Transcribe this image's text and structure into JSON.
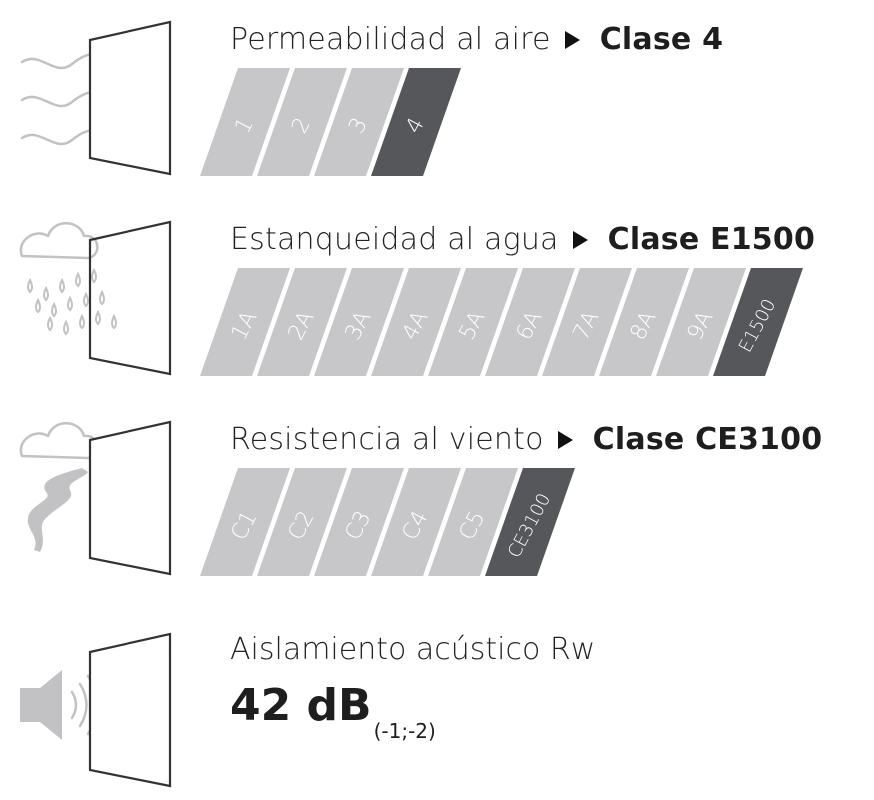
{
  "sections": [
    {
      "label": "Permeabilidad al aire",
      "value": "Clase 4",
      "bars": [
        {
          "text": "1",
          "active": false
        },
        {
          "text": "2",
          "active": false
        },
        {
          "text": "3",
          "active": false
        },
        {
          "text": "4",
          "active": true
        }
      ],
      "icon": "air-wind-icon"
    },
    {
      "label": "Estanqueidad al agua",
      "value": "Clase E1500",
      "bars": [
        {
          "text": "1A",
          "active": false
        },
        {
          "text": "2A",
          "active": false
        },
        {
          "text": "3A",
          "active": false
        },
        {
          "text": "4A",
          "active": false
        },
        {
          "text": "5A",
          "active": false
        },
        {
          "text": "6A",
          "active": false
        },
        {
          "text": "7A",
          "active": false
        },
        {
          "text": "8A",
          "active": false
        },
        {
          "text": "9A",
          "active": false
        },
        {
          "text": "E1500",
          "active": true
        }
      ],
      "icon": "rain-cloud-icon"
    },
    {
      "label": "Resistencia al viento",
      "value": "Clase CE3100",
      "bars": [
        {
          "text": "C1",
          "active": false
        },
        {
          "text": "C2",
          "active": false
        },
        {
          "text": "C3",
          "active": false
        },
        {
          "text": "C4",
          "active": false
        },
        {
          "text": "C5",
          "active": false
        },
        {
          "text": "CE3100",
          "active": true
        }
      ],
      "icon": "tornado-icon"
    }
  ],
  "acoustic": {
    "label": "Aislamiento acústico Rw",
    "value": "42 dB",
    "sub": "(-1;-2)",
    "icon": "speaker-icon"
  },
  "colors": {
    "inactive": "#c7c7c9",
    "active": "#55575b",
    "icon_gray": "#c2c2c4",
    "frame": "#333333"
  }
}
